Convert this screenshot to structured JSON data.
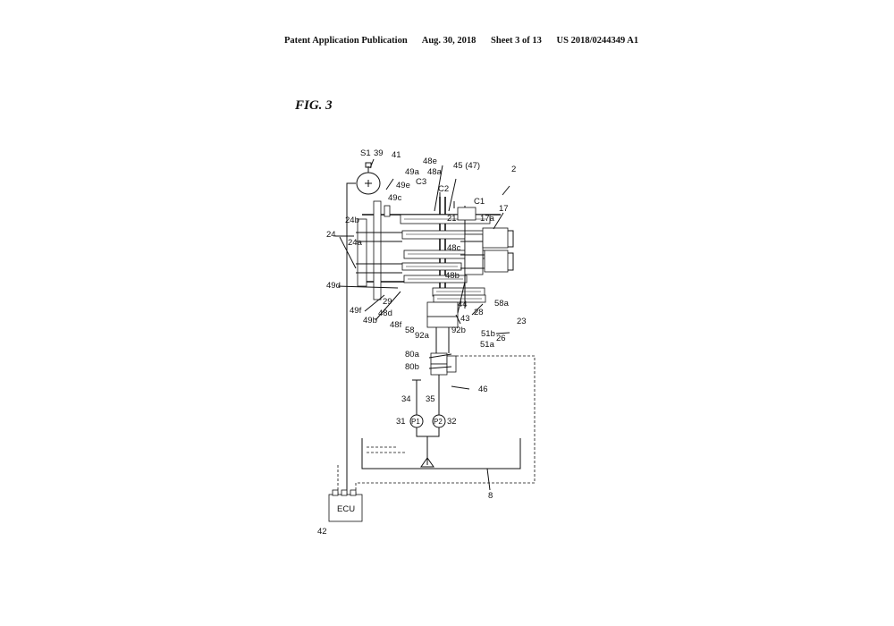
{
  "header": {
    "publication": "Patent Application Publication",
    "date": "Aug. 30, 2018",
    "sheet": "Sheet 3 of 13",
    "number": "US 2018/0244349 A1"
  },
  "figure": {
    "label": "FIG. 3",
    "ecu_label": "ECU",
    "callouts": {
      "s1": "S1",
      "r39": "39",
      "r41": "41",
      "r48e": "48e",
      "r49a": "49a",
      "r48a": "48a",
      "r4547": "45 (47)",
      "r2": "2",
      "r49e": "49e",
      "c3": "C3",
      "c2": "C2",
      "r49c": "49c",
      "c1": "C1",
      "r21": "21",
      "r17a": "17a",
      "r17": "17",
      "r24b": "24b",
      "r24": "24",
      "r24a": "24a",
      "r48c": "48c",
      "r48b": "48b",
      "r49d": "49d",
      "r29": "29",
      "r49f": "49f",
      "r48d": "48d",
      "r44": "44",
      "r58a": "58a",
      "r28": "28",
      "r43": "43",
      "r49b": "49b",
      "r48f": "48f",
      "r58": "58",
      "r23": "23",
      "r92a": "92a",
      "r92b": "92b",
      "r51b": "51b",
      "r26": "26",
      "r51a": "51a",
      "r80a": "80a",
      "r80b": "80b",
      "r34": "34",
      "r35": "35",
      "r46": "46",
      "r31": "31",
      "p1": "P1",
      "p2": "P2",
      "r32": "32",
      "r8": "8",
      "r42": "42"
    }
  }
}
